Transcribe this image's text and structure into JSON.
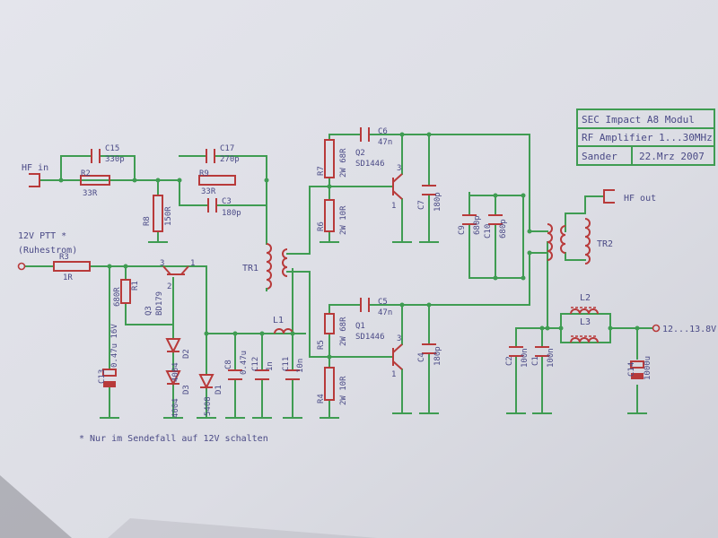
{
  "title_block": {
    "line1": "SEC Impact A8 Modul",
    "line2": "RF Amplifier 1...30MHz",
    "author": "Sander",
    "date": "22.Mrz 2007"
  },
  "ports": {
    "hf_in": "HF in",
    "hf_out": "HF out",
    "ptt": "12V PTT *",
    "ptt_note": "(Ruhestrom)",
    "supply": "12...13.8V"
  },
  "footnote": "* Nur im Sendefall auf 12V schalten",
  "components": {
    "c15": {
      "ref": "C15",
      "val": "330p"
    },
    "r2": {
      "ref": "R2",
      "val": "33R"
    },
    "r8": {
      "ref": "R8",
      "val": "150R"
    },
    "c17": {
      "ref": "C17",
      "val": "270p"
    },
    "r9": {
      "ref": "R9",
      "val": "33R"
    },
    "c3": {
      "ref": "C3",
      "val": "180p"
    },
    "r3": {
      "ref": "R3",
      "val": "1R"
    },
    "r1": {
      "ref": "R1",
      "val": "680R"
    },
    "q3": {
      "ref": "Q3",
      "val": "BD179"
    },
    "c13": {
      "ref": "C13",
      "val": "0.47u 16V"
    },
    "d2": {
      "ref": "D2",
      "val": "4004"
    },
    "d3": {
      "ref": "D3",
      "val": "4004"
    },
    "d1": {
      "ref": "D1",
      "val": "5408"
    },
    "c8": {
      "ref": "C8",
      "val": "0.47u"
    },
    "c12": {
      "ref": "C12",
      "val": "1n"
    },
    "c11": {
      "ref": "C11",
      "val": "10n"
    },
    "tr1": {
      "ref": "TR1"
    },
    "l1": {
      "ref": "L1"
    },
    "c6": {
      "ref": "C6",
      "val": "47n"
    },
    "r7": {
      "ref": "R7",
      "val": "2W 68R"
    },
    "r6": {
      "ref": "R6",
      "val": "2W 10R"
    },
    "q2": {
      "ref": "Q2",
      "val": "SD1446"
    },
    "c7": {
      "ref": "C7",
      "val": "180p"
    },
    "c5": {
      "ref": "C5",
      "val": "47n"
    },
    "r5": {
      "ref": "R5",
      "val": "2W 68R"
    },
    "r4": {
      "ref": "R4",
      "val": "2W 10R"
    },
    "q1": {
      "ref": "Q1",
      "val": "SD1446"
    },
    "c4": {
      "ref": "C4",
      "val": "180p"
    },
    "c9": {
      "ref": "C9",
      "val": "680p"
    },
    "c10": {
      "ref": "C10",
      "val": "680p"
    },
    "tr2": {
      "ref": "TR2"
    },
    "l2": {
      "ref": "L2"
    },
    "l3": {
      "ref": "L3"
    },
    "c2": {
      "ref": "C2",
      "val": "100n"
    },
    "c1": {
      "ref": "C1",
      "val": "100n"
    },
    "c14": {
      "ref": "C14",
      "val": "1000u"
    }
  },
  "pins": {
    "one": "1",
    "two": "2",
    "three": "3"
  }
}
